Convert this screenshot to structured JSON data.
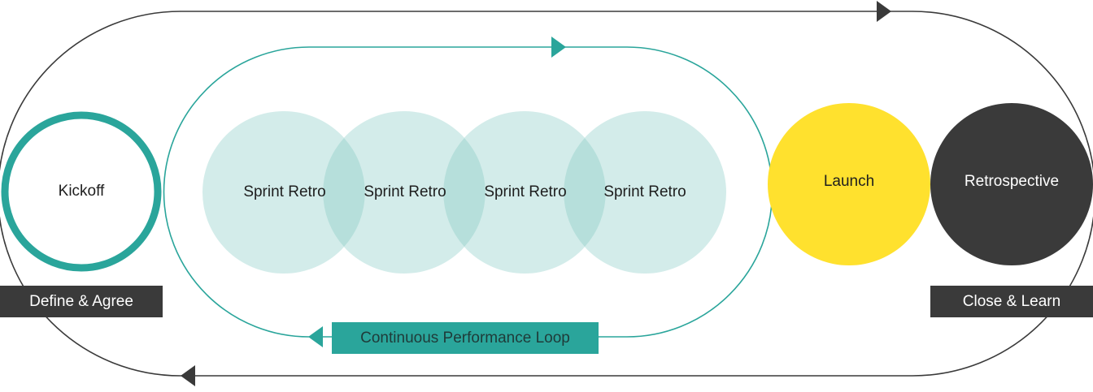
{
  "colors": {
    "teal": "#2aa59b",
    "teal_light": "#d3ecea",
    "teal_overlap": "#b6dfdb",
    "yellow": "#ffe12e",
    "dark": "#3a3a3a",
    "outer_loop": "#3a3a3a"
  },
  "phases": {
    "kickoff": "Kickoff",
    "sprints": [
      "Sprint Retro",
      "Sprint Retro",
      "Sprint Retro",
      "Sprint Retro"
    ],
    "launch": "Launch",
    "retrospective": "Retrospective"
  },
  "tags": {
    "define": "Define & Agree",
    "close": "Close & Learn",
    "loop": "Continuous Performance Loop"
  }
}
